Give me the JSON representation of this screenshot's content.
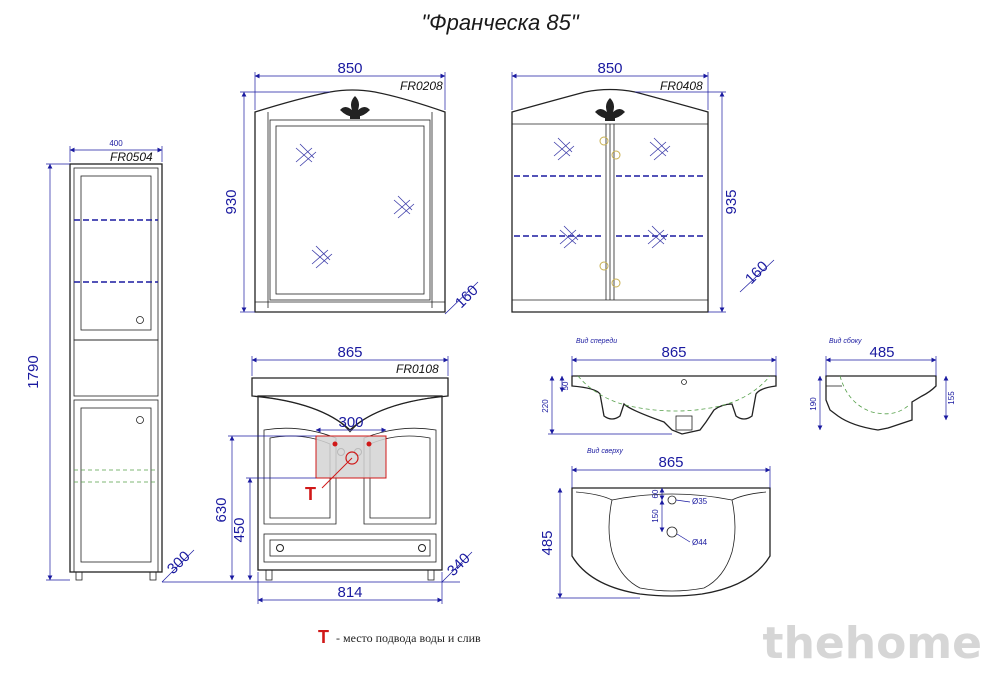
{
  "title": "\"Франческа 85\"",
  "products": {
    "column": {
      "code": "FR0504",
      "width": "400",
      "height": "1790",
      "depth": "300"
    },
    "mirror": {
      "code": "FR0208",
      "width": "850",
      "height": "930",
      "depth": "160"
    },
    "cabinet": {
      "code": "FR0408",
      "width": "850",
      "height": "935",
      "depth": "160"
    },
    "vanity": {
      "code": "FR0108",
      "width": "865",
      "pipe_spacing": "300",
      "height_total": "630",
      "height_inner": "450",
      "depth": "340",
      "base_width": "814",
      "marker": "T"
    }
  },
  "sink_front": {
    "view_label": "Вид спереди",
    "width": "865",
    "dim_a": "50",
    "dim_b": "220"
  },
  "sink_side": {
    "view_label": "Вид сбоку",
    "width": "485",
    "dim_a": "190",
    "dim_b": "155"
  },
  "sink_top": {
    "view_label": "Вид сверху",
    "width": "865",
    "depth": "485",
    "dim_a": "60",
    "dim_b": "150",
    "hole_a": "Ø35",
    "hole_b": "Ø44"
  },
  "legend": {
    "marker": "T",
    "text": "- место подвода воды и слив"
  },
  "watermark": "thehome",
  "colors": {
    "dimension": "#1a1aa0",
    "outline": "#222222",
    "marker": "#d01818",
    "shelf": "#1a1aa0",
    "hidden": "#56a04a"
  }
}
